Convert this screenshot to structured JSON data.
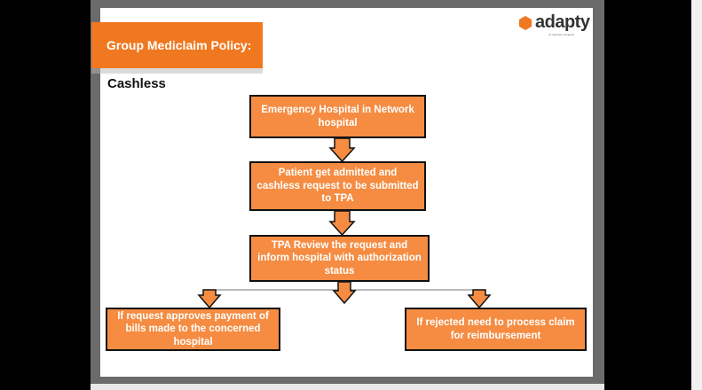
{
  "header": {
    "title": "Group Mediclaim Policy:",
    "subtitle": "Cashless"
  },
  "logo": {
    "text": "adapty",
    "tagline": "an xpertrem company",
    "accent_color": "#f07820"
  },
  "flow": {
    "step1": "Emergency Hospital in Network hospital",
    "step2": "Patient get admitted and cashless request to be submitted to TPA",
    "step3": "TPA Review the request and inform hospital with authorization status",
    "outcome_approved": "If request approves payment of bills made to the concerned hospital",
    "outcome_rejected": "If rejected need to process claim for reimbursement"
  },
  "colors": {
    "box_fill": "#f58c42",
    "box_border": "#111111",
    "title_fill": "#f07820"
  }
}
